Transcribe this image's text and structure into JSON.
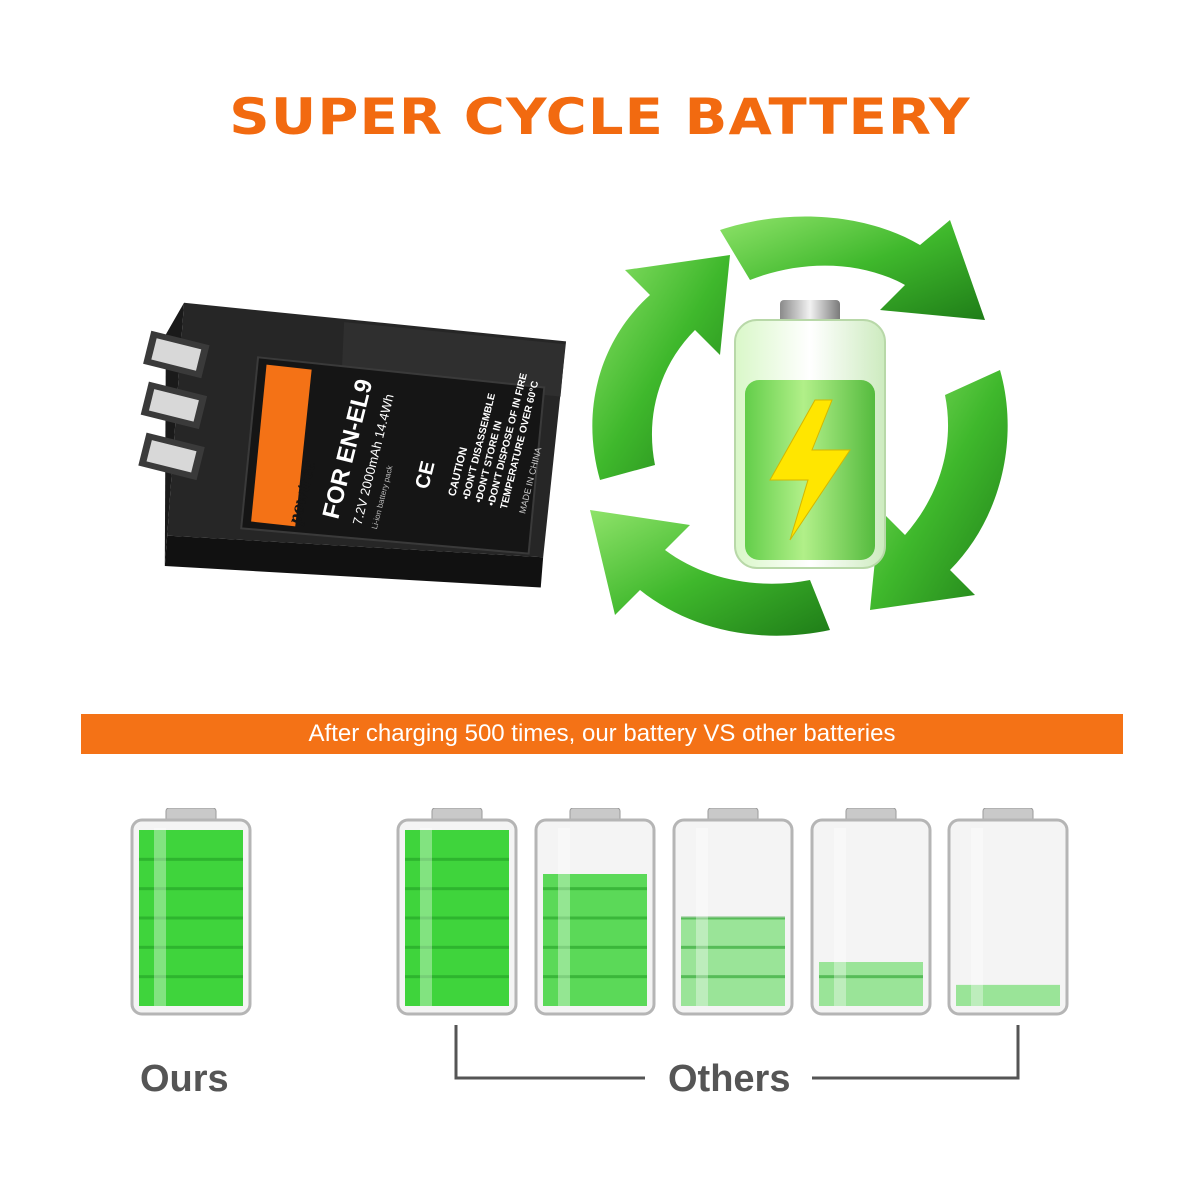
{
  "title": "SUPER CYCLE BATTERY",
  "banner_text": "After charging 500 times, our battery VS other batteries",
  "colors": {
    "accent": "#f47216",
    "title": "#f26a10",
    "green": "#3fd43c",
    "label": "#555555"
  },
  "product": {
    "brand": "powtree",
    "model": "FOR EN-EL9",
    "spec": "7.2V 2000mAh 14.4Wh",
    "type": "Li-ion battery pack",
    "caution_title": "CAUTION",
    "caution_lines": [
      "•DON'T DISASSEMBLE",
      "•DON'T STORE IN",
      "•DON'T DISPOSE OF IN FIRE",
      "TEMPERATURE OVER 60°C"
    ],
    "origin": "MADE IN CHINA",
    "ce_mark": "CE"
  },
  "comparison": {
    "ours_label": "Ours",
    "others_label": "Others",
    "ours_level": 1.0,
    "others_levels": [
      1.0,
      0.75,
      0.5,
      0.25,
      0.12
    ]
  }
}
